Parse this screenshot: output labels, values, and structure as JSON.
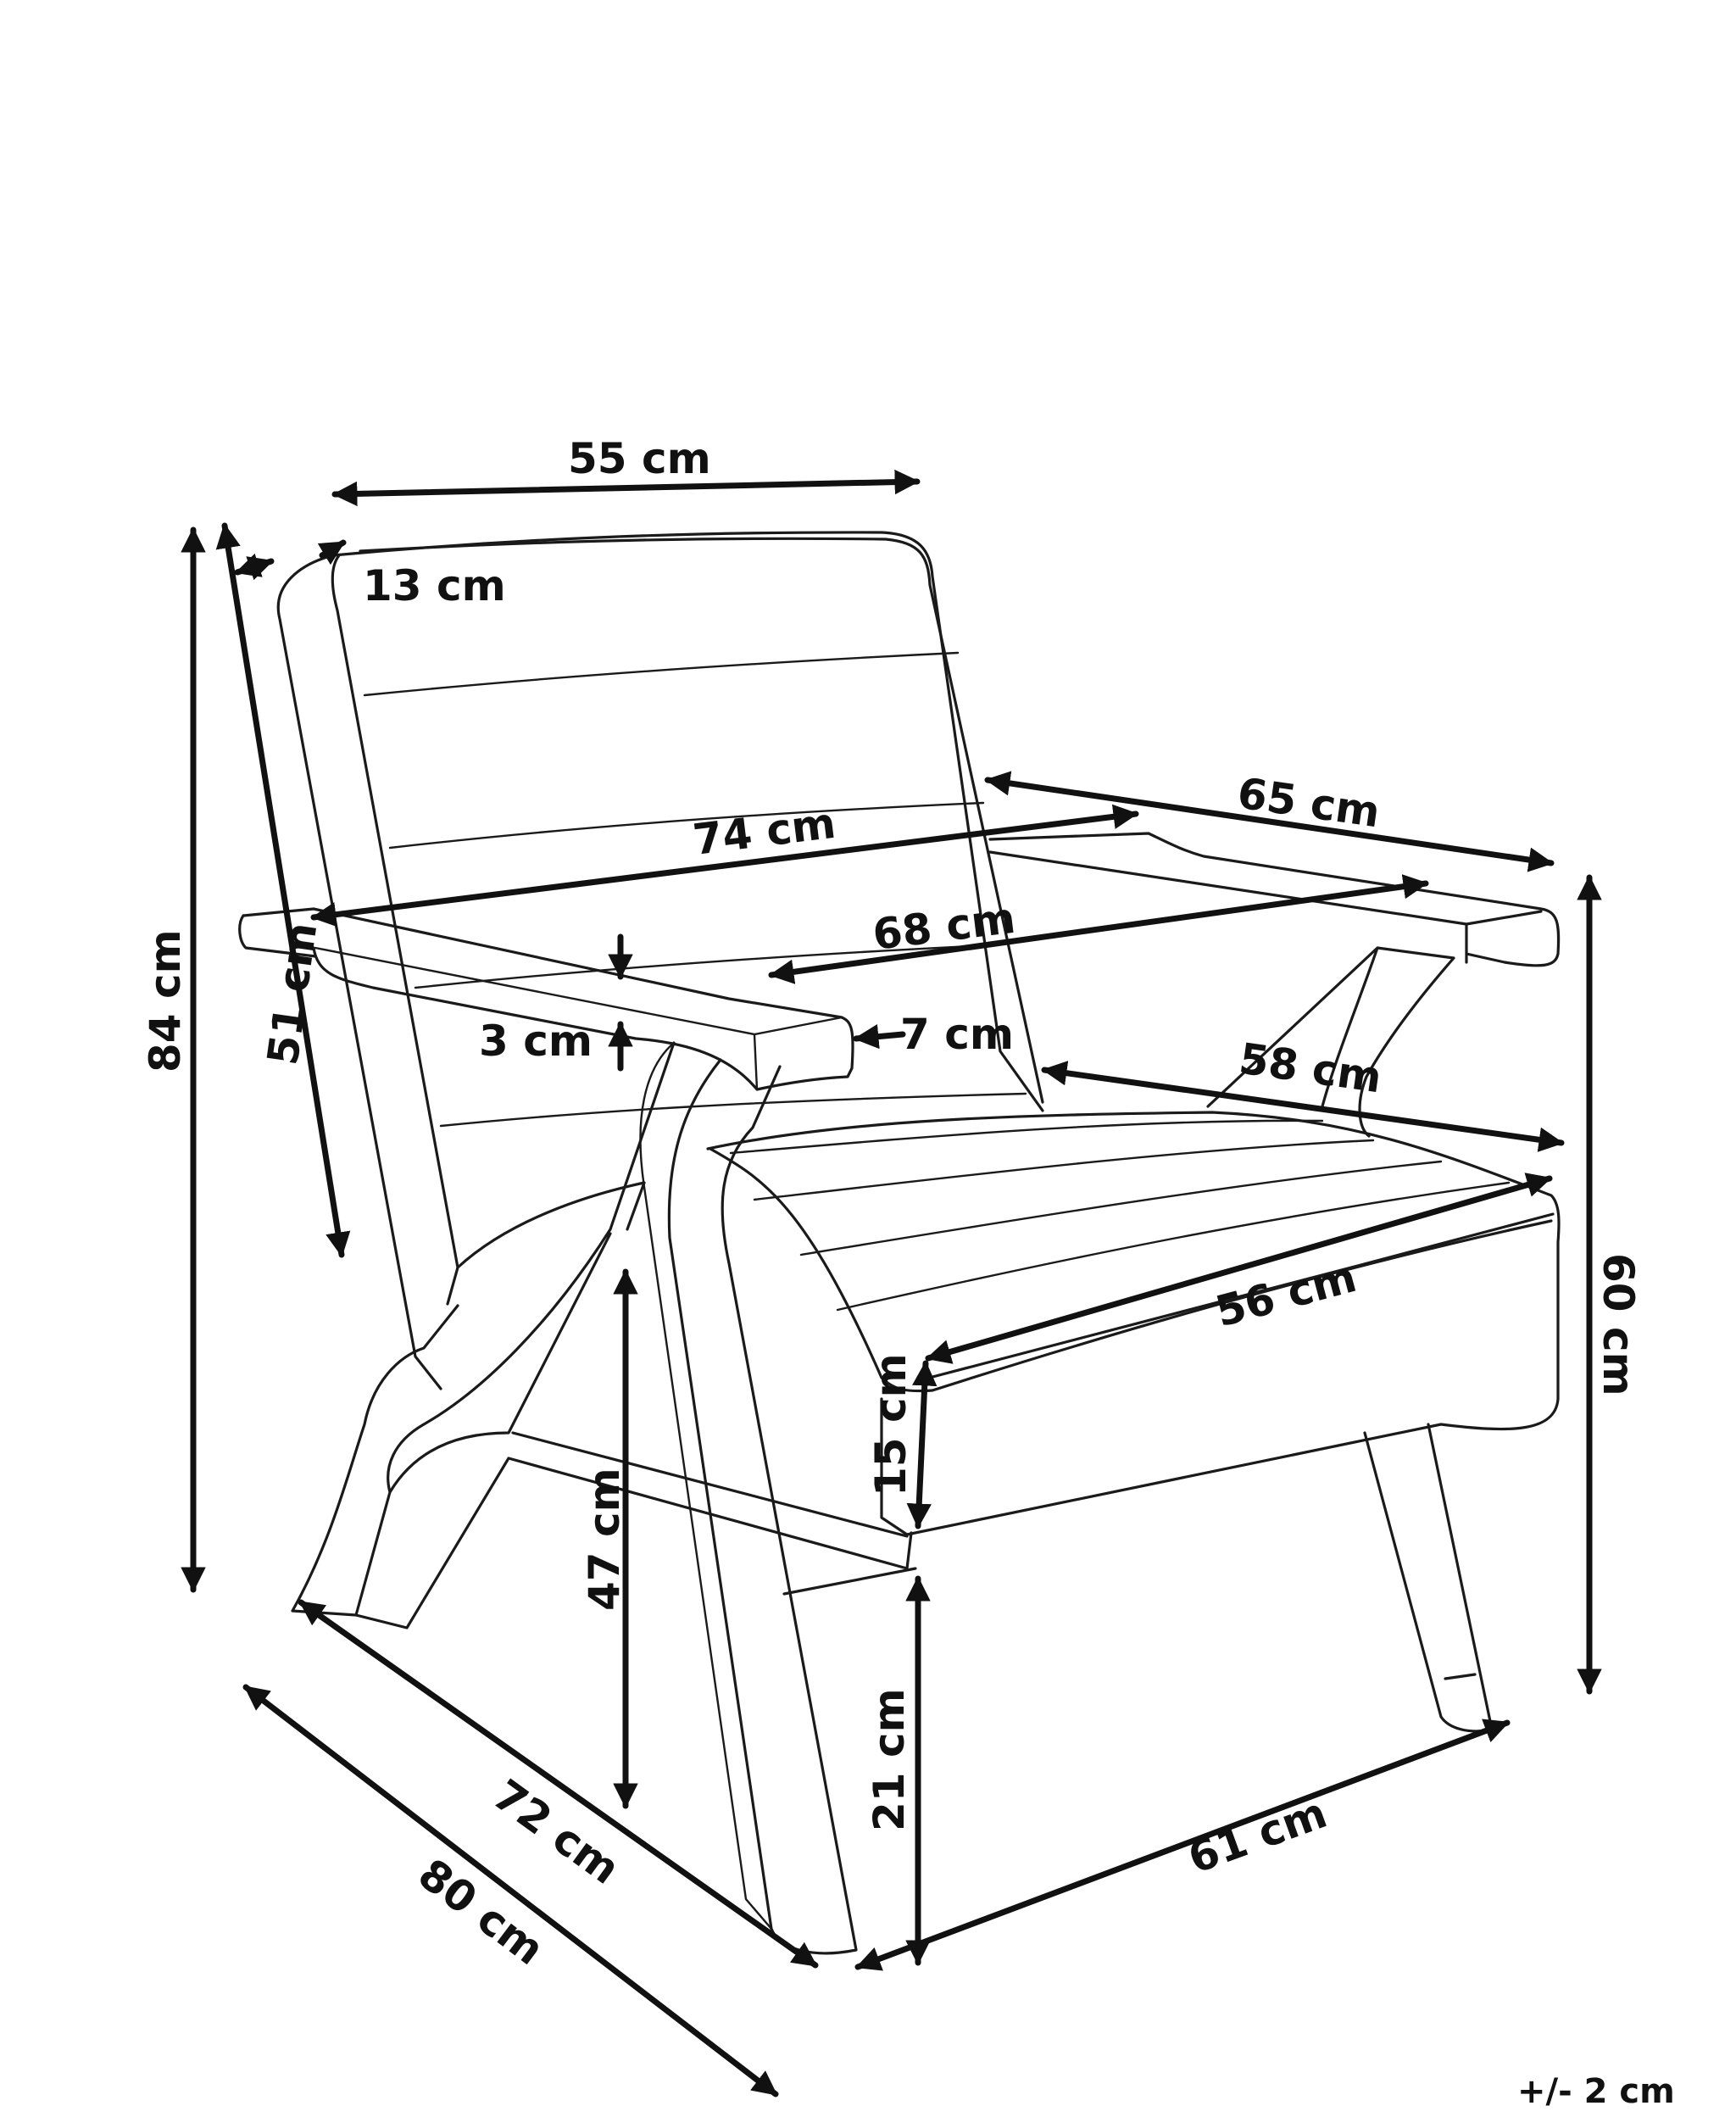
{
  "diagram": {
    "labels": {
      "back_width": "55 cm",
      "back_cushion_depth": "13 cm",
      "total_height": "84 cm",
      "backrest_height": "51 cm",
      "armrest_length": "74 cm",
      "total_width": "65 cm",
      "inner_width": "68 cm",
      "armrest_thickness": "3 cm",
      "armrest_width": "7 cm",
      "seat_width": "58 cm",
      "arm_height": "60 cm",
      "seat_depth": "56 cm",
      "seat_cushion_height": "15 cm",
      "seat_height": "47 cm",
      "base_clearance": "21 cm",
      "base_depth": "72 cm",
      "total_depth": "80 cm",
      "front_width": "61 cm"
    },
    "tolerance": "+/- 2 cm"
  }
}
